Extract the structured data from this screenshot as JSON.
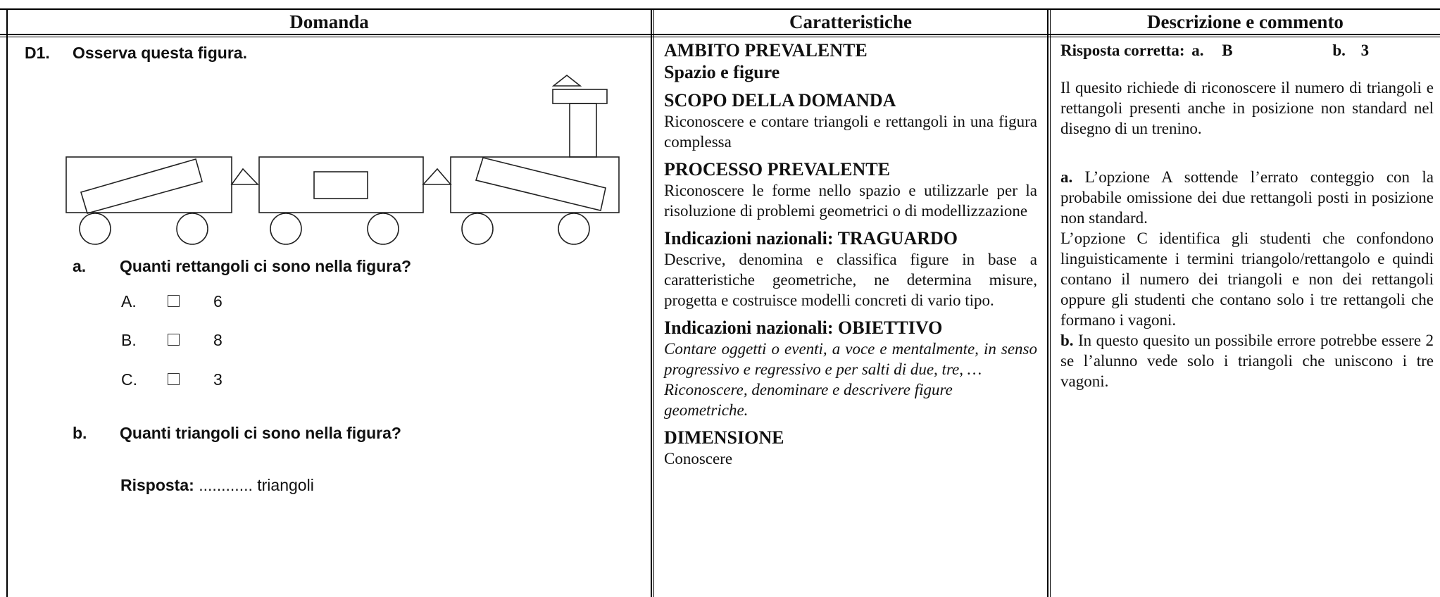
{
  "table": {
    "headers": [
      "Domanda",
      "Caratteristiche",
      "Descrizione e commento"
    ]
  },
  "question": {
    "number": "D1.",
    "prompt": "Osserva questa figura.",
    "part_a": {
      "label": "a.",
      "text": "Quanti rettangoli ci sono nella figura?",
      "options": [
        {
          "letter": "A.",
          "value": "6"
        },
        {
          "letter": "B.",
          "value": "8"
        },
        {
          "letter": "C.",
          "value": "3"
        }
      ]
    },
    "part_b": {
      "label": "b.",
      "text": "Quanti triangoli ci sono nella figura?",
      "answer_label": "Risposta:",
      "answer_blank": "............ triangoli"
    }
  },
  "characteristics": {
    "ambito_title": "AMBITO PREVALENTE",
    "ambito_value": "Spazio e figure",
    "scopo_title": "SCOPO DELLA DOMANDA",
    "scopo_text": "Riconoscere e contare triangoli e rettangoli in una figura complessa",
    "processo_title": "PROCESSO PREVALENTE",
    "processo_text": "Riconoscere le forme nello spazio e utilizzarle per la risoluzione di problemi geometrici o di modellizzazione",
    "traguardo_title": "Indicazioni nazionali: TRAGUARDO",
    "traguardo_text": "Descrive, denomina e classifica figure in base a caratteristiche geometriche, ne determina misure, progetta e costruisce modelli concreti di vario tipo.",
    "obiettivo_title": "Indicazioni nazionali: OBIETTIVO",
    "obiettivo_text_1": "Contare oggetti o eventi, a voce e mentalmente, in senso progressivo e regressivo e per salti di due, tre, …",
    "obiettivo_text_2": "Riconoscere, denominare e descrivere figure geometriche.",
    "dimensione_title": "DIMENSIONE",
    "dimensione_text": "Conoscere"
  },
  "commentary": {
    "correct_label": "Risposta corretta:",
    "correct_a": "a.",
    "correct_a_value": "B",
    "correct_b": "b.",
    "correct_b_value": "3",
    "intro": "Il quesito richiede di riconoscere il numero di triangoli e rettangoli presenti anche in posizione non standard nel disegno di un trenino.",
    "a_label": "a.",
    "a_text": " L’opzione A sottende l’errato conteggio con la probabile omissione dei due rettangoli posti in posizione non standard.",
    "c_text": "L’opzione C identifica gli studenti che confondono linguisticamente i termini triangolo/rettangolo e quindi contano il numero dei triangoli e non dei rettangoli oppure gli studenti che contano solo i tre rettangoli che formano i vagoni.",
    "b_label": "b.",
    "b_text": " In questo quesito un possibile errore potrebbe essere 2 se l’alunno vede solo i triangoli che uniscono i tre vagoni."
  }
}
